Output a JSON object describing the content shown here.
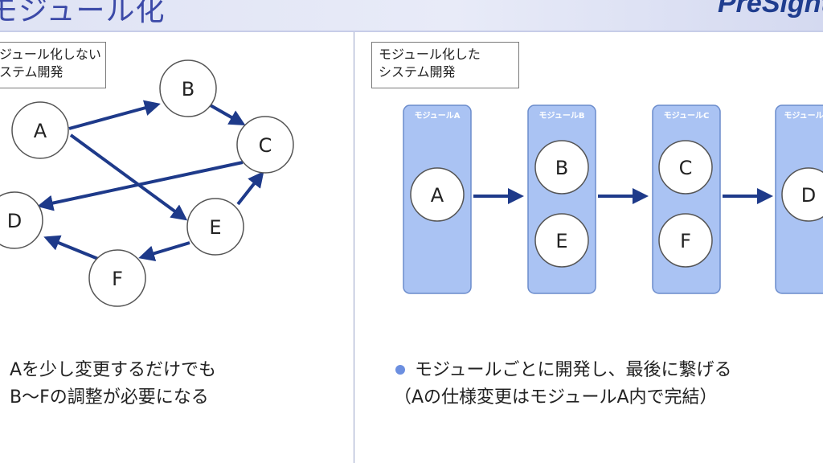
{
  "header": {
    "title": "モジュール化",
    "logo_text": "PreSight"
  },
  "left_panel": {
    "caption_lines": [
      "ジュール化しない",
      "ステム開発"
    ],
    "nodes": [
      "A",
      "B",
      "C",
      "D",
      "E",
      "F"
    ],
    "note_lines": [
      "Aを少し変更するだけでも",
      "B〜Fの調整が必要になる"
    ]
  },
  "right_panel": {
    "caption_lines": [
      "モジュール化した",
      "システム開発"
    ],
    "modules": [
      {
        "label": "モジュールA",
        "nodes": [
          "A"
        ]
      },
      {
        "label": "モジュールB",
        "nodes": [
          "B",
          "E"
        ]
      },
      {
        "label": "モジュールC",
        "nodes": [
          "C",
          "F"
        ]
      },
      {
        "label": "モジュール",
        "nodes": [
          "D"
        ]
      }
    ],
    "note_lines": [
      "モジュールごとに開発し、最後に繋げる",
      "（Aの仕様変更はモジュールA内で完結）"
    ]
  },
  "colors": {
    "arrow": "#1e3a8a",
    "module_fill": "#aac3f3",
    "module_stroke": "#6b8ccc",
    "node_stroke": "#555555",
    "header_text": "#3c4aa8",
    "bullet": "#6c8fe0"
  },
  "icons": {
    "bullet": "bullet-dot-icon"
  }
}
